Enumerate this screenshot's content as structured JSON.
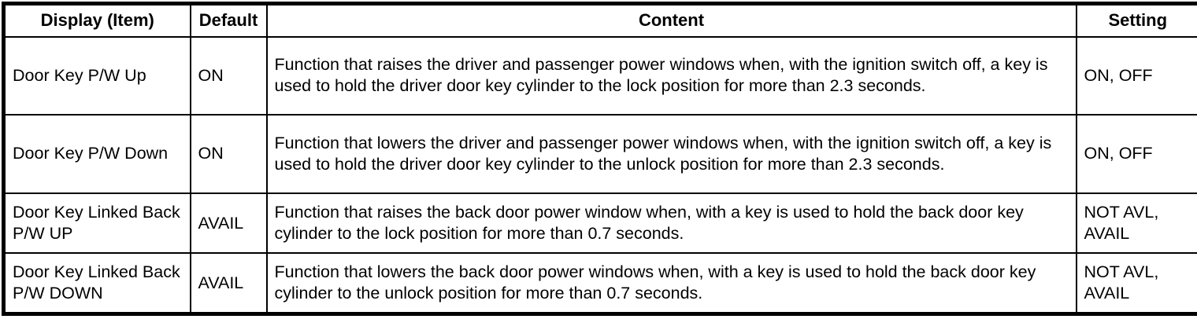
{
  "table": {
    "colors": {
      "border": "#000000",
      "text": "#000000",
      "background": "#ffffff"
    },
    "columns": {
      "display": "Display (Item)",
      "default": "Default",
      "content": "Content",
      "setting": "Setting"
    },
    "rows": [
      {
        "display": "Door Key P/W Up",
        "default": "ON",
        "content": "Function that raises the driver and passenger power windows when, with the ignition switch off, a key is used to hold the driver door key cylinder to the lock position for more than 2.3 seconds.",
        "setting": "ON, OFF"
      },
      {
        "display": "Door Key P/W Down",
        "default": "ON",
        "content": "Function that lowers the driver and passenger power windows when, with the ignition switch off, a key is used to hold the driver door key cylinder to the unlock position for more than 2.3 seconds.",
        "setting": "ON, OFF"
      },
      {
        "display": "Door Key Linked Back P/W UP",
        "default": "AVAIL",
        "content": "Function that raises the back door power window when, with a key is used to hold the back door key cylinder to the lock position for more than 0.7 seconds.",
        "setting": "NOT AVL, AVAIL"
      },
      {
        "display": "Door Key Linked Back P/W DOWN",
        "default": "AVAIL",
        "content": "Function that lowers the back door power windows when, with a key is used to hold the back door key cylinder to the unlock position for more than 0.7 seconds.",
        "setting": "NOT AVL, AVAIL"
      }
    ]
  }
}
